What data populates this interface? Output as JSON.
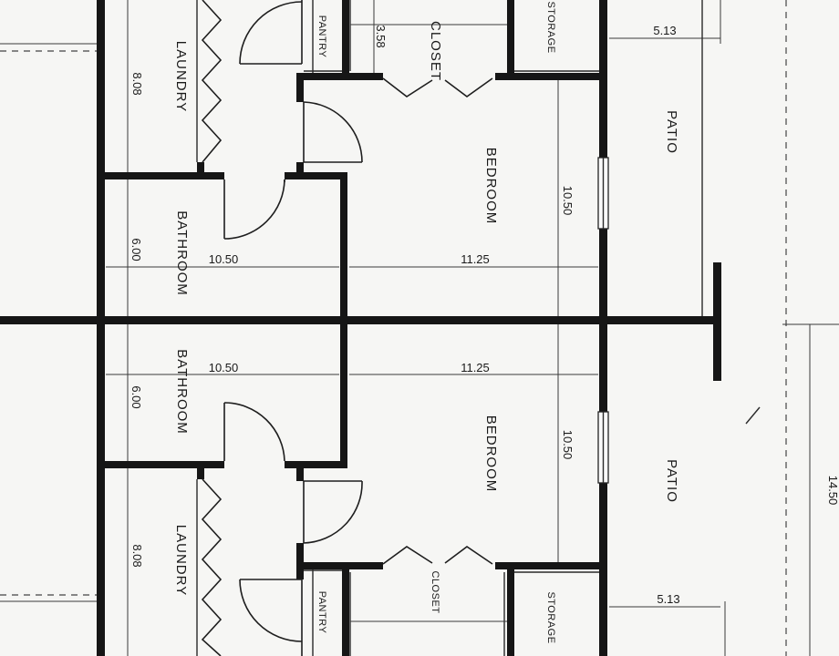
{
  "plan": {
    "units": [
      {
        "rooms": {
          "laundry": "LAUNDRY",
          "pantry": "PANTRY",
          "closet": "CLOSET",
          "storage": "STORAGE",
          "bathroom": "BATHROOM",
          "bedroom": "BEDROOM",
          "patio": "PATIO"
        },
        "dimensions": {
          "laundry_depth": "8.08",
          "closet_depth": "3.58",
          "patio_width": "5.13",
          "bathroom_depth": "6.00",
          "bathroom_width": "10.50",
          "bedroom_width": "11.25",
          "bedroom_depth": "10.50"
        }
      },
      {
        "rooms": {
          "laundry": "LAUNDRY",
          "pantry": "PANTRY",
          "closet": "CLOSET",
          "storage": "STORAGE",
          "bathroom": "BATHROOM",
          "bedroom": "BEDROOM",
          "patio": "PATIO"
        },
        "dimensions": {
          "laundry_depth": "8.08",
          "patio_width": "5.13",
          "bathroom_depth": "6.00",
          "bathroom_width": "10.50",
          "bedroom_width": "11.25",
          "bedroom_depth": "10.50",
          "patio_depth": "14.50"
        }
      }
    ]
  }
}
